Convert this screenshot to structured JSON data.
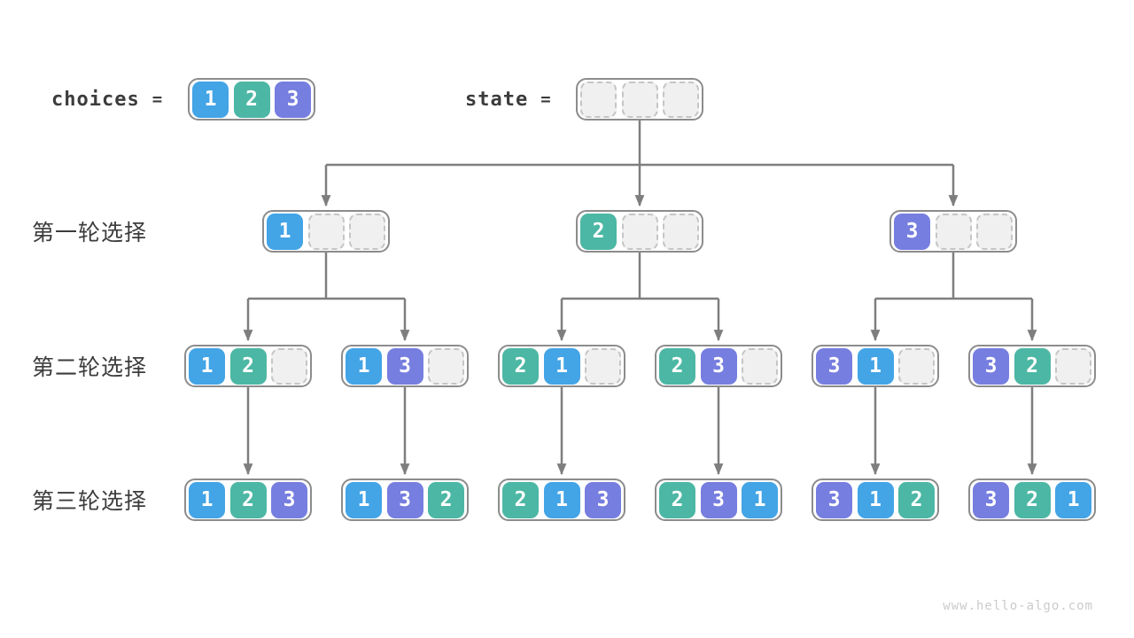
{
  "header": {
    "choices_label": "choices",
    "equals": "=",
    "choices_values": [
      1,
      2,
      3
    ],
    "state_label": "state",
    "state_values": [
      null,
      null,
      null
    ]
  },
  "rows": [
    {
      "label": "第一轮选择",
      "states": [
        [
          1,
          null,
          null
        ],
        [
          2,
          null,
          null
        ],
        [
          3,
          null,
          null
        ]
      ]
    },
    {
      "label": "第二轮选择",
      "states": [
        [
          1,
          2,
          null
        ],
        [
          1,
          3,
          null
        ],
        [
          2,
          1,
          null
        ],
        [
          2,
          3,
          null
        ],
        [
          3,
          1,
          null
        ],
        [
          3,
          2,
          null
        ]
      ]
    },
    {
      "label": "第三轮选择",
      "states": [
        [
          1,
          2,
          3
        ],
        [
          1,
          3,
          2
        ],
        [
          2,
          1,
          3
        ],
        [
          2,
          3,
          1
        ],
        [
          3,
          1,
          2
        ],
        [
          3,
          2,
          1
        ]
      ]
    }
  ],
  "footer": {
    "watermark": "www.hello-algo.com"
  },
  "colors": {
    "value1": "#43A4E6",
    "value2": "#4CB7A4",
    "value3": "#767EDF",
    "empty_fill": "#F0F0F1",
    "empty_dash": "#C5C5C5",
    "box_border": "#8C8C8C",
    "arrow": "#7E7E7E",
    "label_dark": "#3C3C3C",
    "watermark": "#CBCBCB"
  }
}
